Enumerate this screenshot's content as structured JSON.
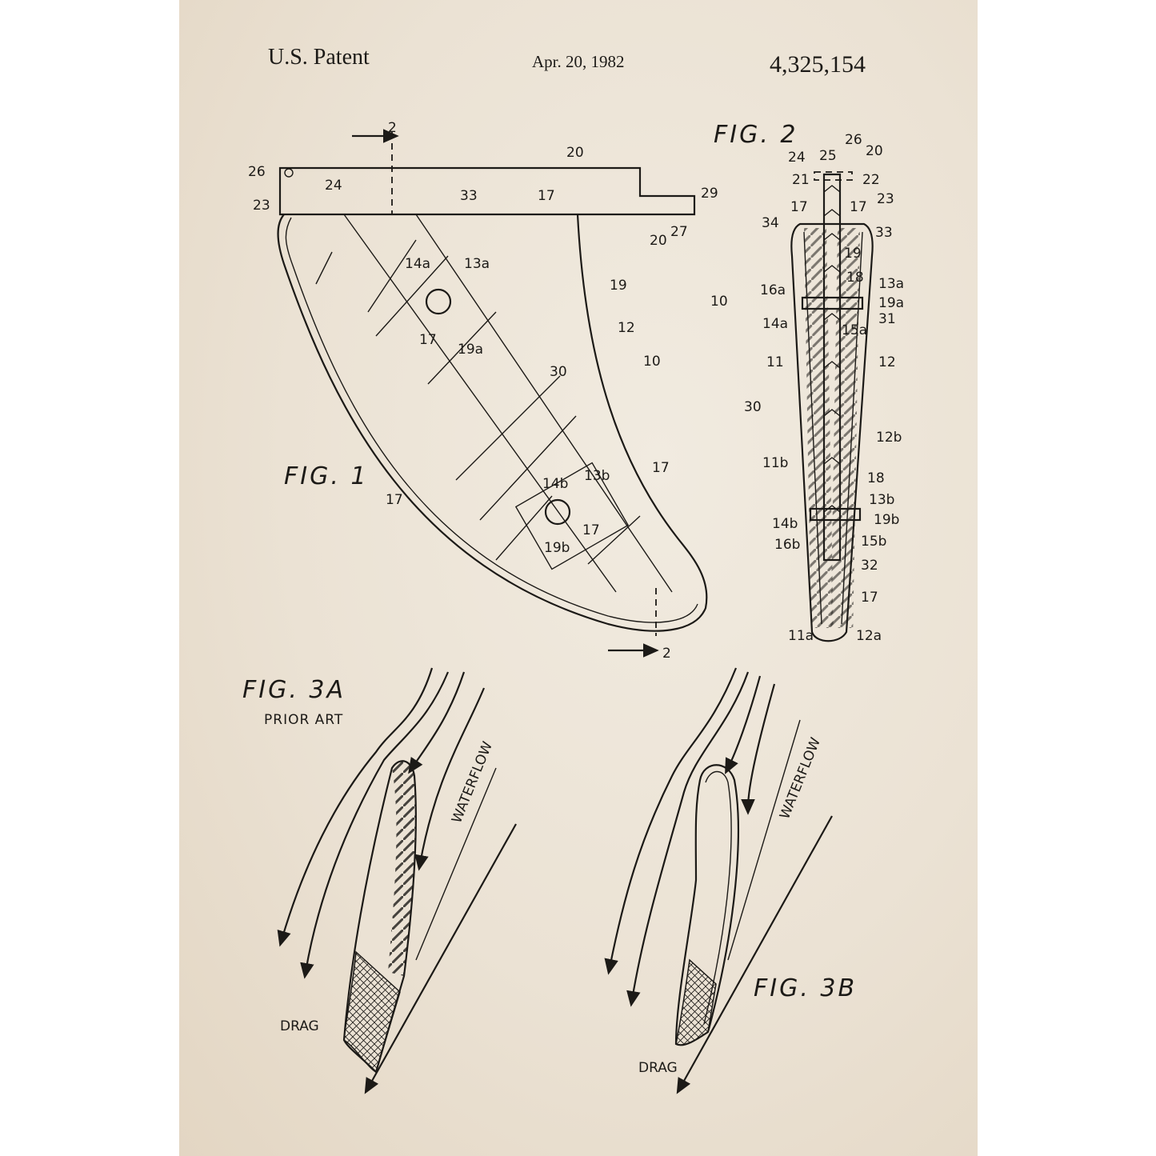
{
  "header": {
    "left": "U.S. Patent",
    "date": "Apr. 20, 1982",
    "number": "4,325,154"
  },
  "figures": {
    "fig1": {
      "title": "FIG. 1",
      "labels": [
        "2",
        "26",
        "24",
        "23",
        "33",
        "17",
        "20",
        "29",
        "20",
        "27",
        "14a",
        "13a",
        "19",
        "12",
        "17",
        "19a",
        "30",
        "10",
        "17",
        "17",
        "14b",
        "13b",
        "17",
        "19b",
        "2"
      ]
    },
    "fig2": {
      "title": "FIG. 2",
      "labels": [
        "24",
        "25",
        "26",
        "20",
        "21",
        "22",
        "23",
        "17",
        "17",
        "34",
        "33",
        "19",
        "18",
        "16a",
        "13a",
        "19a",
        "10",
        "14a",
        "31",
        "15a",
        "11",
        "12",
        "30",
        "12b",
        "11b",
        "18",
        "13b",
        "19b",
        "14b",
        "15b",
        "16b",
        "32",
        "17",
        "11a",
        "12a"
      ]
    },
    "fig3a": {
      "title": "FIG. 3A",
      "subtitle": "PRIOR ART",
      "waterflow": "WATERFLOW",
      "drag": "DRAG"
    },
    "fig3b": {
      "title": "FIG. 3B",
      "waterflow": "WATERFLOW",
      "drag": "DRAG"
    }
  },
  "colors": {
    "paper": "#ede4d6",
    "ink": "#1c1a17"
  }
}
